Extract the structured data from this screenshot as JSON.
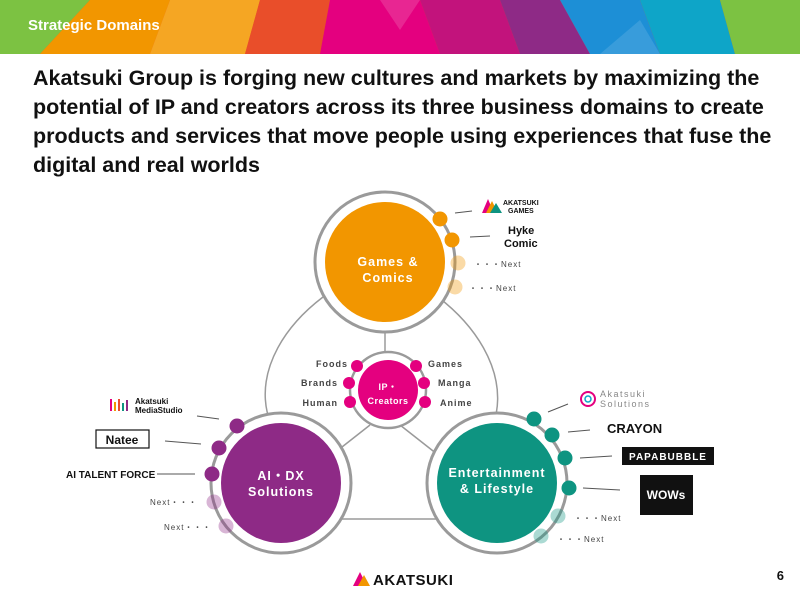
{
  "header": {
    "section_label": "Strategic Domains",
    "headline": "Akatsuki Group is forging new cultures and markets by maximizing the potential of IP and creators across its three business domains to create products and services that move people using experiences that fuse the digital and real worlds"
  },
  "center": {
    "title_line1": "IP・",
    "title_line2": "Creators",
    "left_labels": [
      "Foods",
      "Brands",
      "Human"
    ],
    "right_labels": [
      "Games",
      "Manga",
      "Anime"
    ]
  },
  "domains": {
    "games": {
      "title_line1": "Games &",
      "title_line2": "Comics",
      "color": "#f29600",
      "logos": [
        "AKATSUKI GAMES",
        "Hyke Comic"
      ],
      "next_labels": [
        "・・・Next",
        "・・・Next"
      ]
    },
    "ai": {
      "title_line1": "AI・DX",
      "title_line2": "Solutions",
      "color": "#8e2a86",
      "logos": [
        "Akatsuki MediaStudio",
        "Natee",
        "AI TALENT FORCE"
      ],
      "next_labels": [
        "Next・・・",
        "Next・・・"
      ]
    },
    "entertainment": {
      "title_line1": "Entertainment",
      "title_line2": "& Lifestyle",
      "color": "#0e9481",
      "logos": [
        "Akatsuki Solutions",
        "CRAYON",
        "PAPABUBBLE",
        "WOWs"
      ],
      "next_labels": [
        "・・・Next",
        "・・・Next"
      ]
    }
  },
  "colors": {
    "accent_pink": "#e4007f",
    "connector_gray": "#9a9a9a"
  },
  "footer": {
    "company": "AKATSUKI",
    "page_number": "6"
  }
}
